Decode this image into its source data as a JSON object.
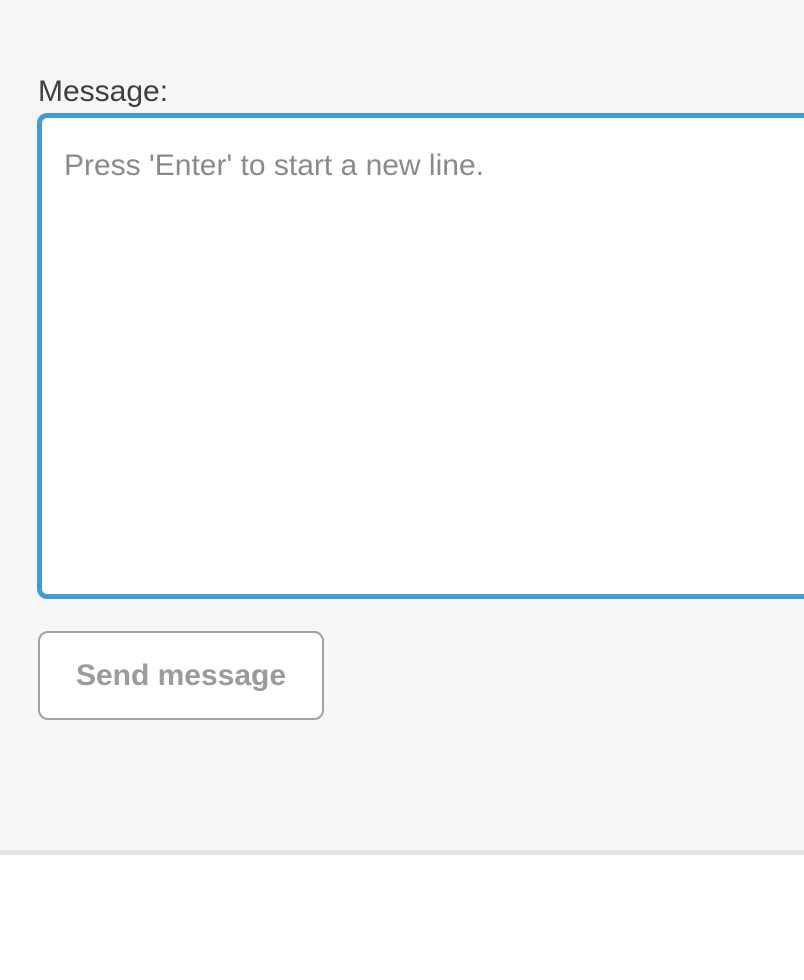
{
  "colors": {
    "page_bg": "#f6f6f6",
    "lower_bg": "#ffffff",
    "divider": "#e4e4e4",
    "focus_border": "#459ad2",
    "label_text": "#3f3f3f",
    "placeholder_text": "#8a8a8a",
    "input_text": "#444444",
    "button_text": "#9b9b9b",
    "button_border": "#a2a2a2",
    "button_bg": "#ffffff"
  },
  "form": {
    "label": "Message:",
    "textarea": {
      "value": "",
      "placeholder": "Press 'Enter' to start a new line."
    },
    "send_button_label": "Send message"
  }
}
